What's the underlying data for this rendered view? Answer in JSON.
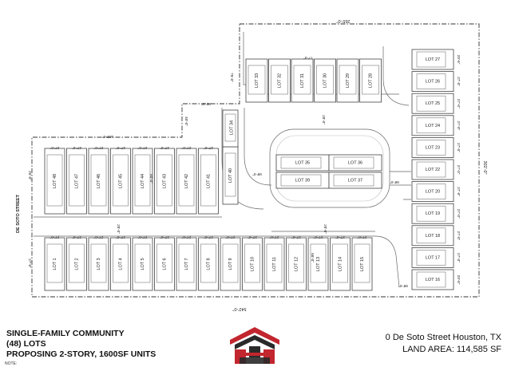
{
  "street": "DE SOTO STREET",
  "top_lots": [
    "LOT 33",
    "LOT 32",
    "LOT 31",
    "LOT 30",
    "LOT 29",
    "LOT 28"
  ],
  "right_lots": [
    "LOT 27",
    "LOT 26",
    "LOT 25",
    "LOT 24",
    "LOT 23",
    "LOT 22",
    "LOT 20",
    "LOT 19",
    "LOT 18",
    "LOT 17",
    "LOT 16"
  ],
  "upper_row_lots": [
    "LOT 48",
    "LOT 47",
    "LOT 46",
    "LOT 45",
    "LOT 44",
    "LOT 43",
    "LOT 42",
    "LOT 41",
    "LOT 40"
  ],
  "lot_34": "LOT 34",
  "center_lots": [
    "LOT 35",
    "LOT 36",
    "LOT 39",
    "LOT 37"
  ],
  "bottom_lots": [
    "LOT 1",
    "LOT 2",
    "LOT 3",
    "LOT 4",
    "LOT 5",
    "LOT 6",
    "LOT 7",
    "LOT 8",
    "LOT 9",
    "LOT 10",
    "LOT 11",
    "LOT 12",
    "LOT 13",
    "LOT 14",
    "LOT 15"
  ],
  "dims": {
    "top": "265'-0\"",
    "right": "302'-0\"",
    "bottom": "542'-0\"",
    "left_top": "105'-0\"",
    "top_left_vert": "75'-0\"",
    "notch_horiz": "95'-0\"",
    "notch_vert": "40'-0\"",
    "center_vert": "28'-0\"",
    "road_left": "28'-0\"",
    "road_mid": "28'-0\"",
    "center_left": "98'-0\"",
    "center_right": "98'-0\"",
    "inner_77": "77'-0\"",
    "lot_w": "27'-0\"",
    "lot_w_right": "27'-0\"",
    "lot_top_w": "29'-6\"",
    "lot_bot_w": "29'-8\"",
    "bottom_right_98": "98'-0\"",
    "lot_d": "80'-0\"",
    "lot_d_small": "66'-0\"",
    "left_edge": "25'-0\"",
    "left_edge2": "27'-0\""
  },
  "footer": {
    "line1": "SINGLE-FAMILY COMMUNITY",
    "line2": "(48) LOTS",
    "line3": "PROPOSING 2-STORY, 1600SF UNITS",
    "note": "NOTE:",
    "address": "0 De Soto Street Houston, TX",
    "land_area": "LAND AREA: 114,585 SF"
  },
  "colors": {
    "logo_red": "#c2262e",
    "logo_dark": "#2a2a2a"
  }
}
